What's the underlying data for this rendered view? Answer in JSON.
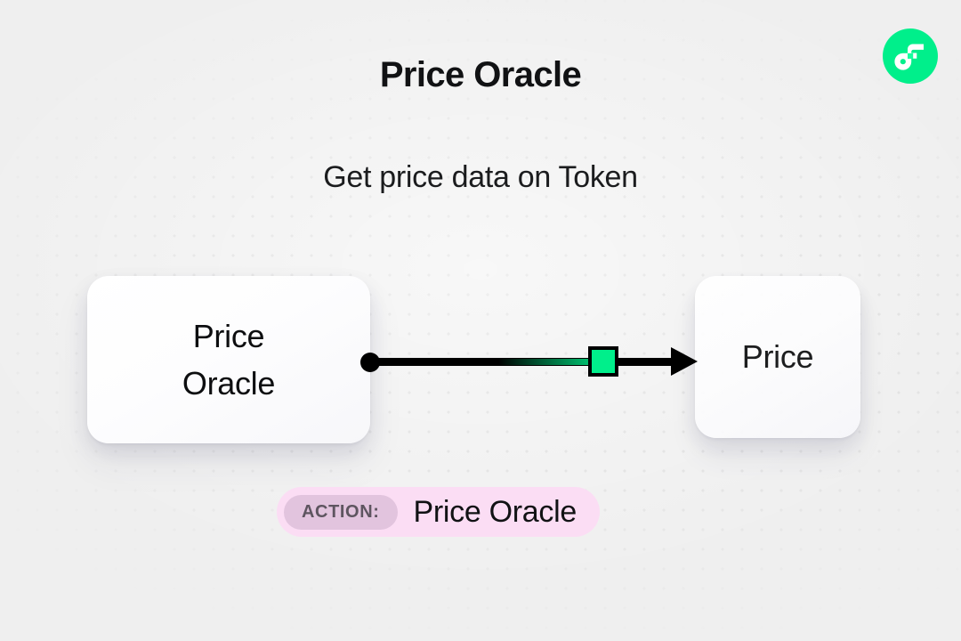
{
  "page": {
    "title": "Price Oracle",
    "subtitle": "Get price data on Token",
    "background_color": "#efefef",
    "accent_color": "#00ef8b"
  },
  "brand": {
    "logo_icon": "flow-logo-icon",
    "logo_circle_color": "#00ef8b",
    "logo_mark_color": "#ffffff",
    "logo_accent_color": "#16ff9e"
  },
  "diagram": {
    "source_node": {
      "label": "Price\nOracle",
      "handle_icon": "connector-dot-icon"
    },
    "target_node": {
      "label": "Price"
    },
    "edge": {
      "arrow_icon": "arrow-right-icon",
      "token_icon": "data-token-square-icon",
      "token_color": "#00ef8b"
    }
  },
  "action_badge": {
    "tag_label": "ACTION:",
    "value_label": "Price Oracle",
    "pill_color": "#fbddf4",
    "tag_color": "#e2c4de"
  }
}
